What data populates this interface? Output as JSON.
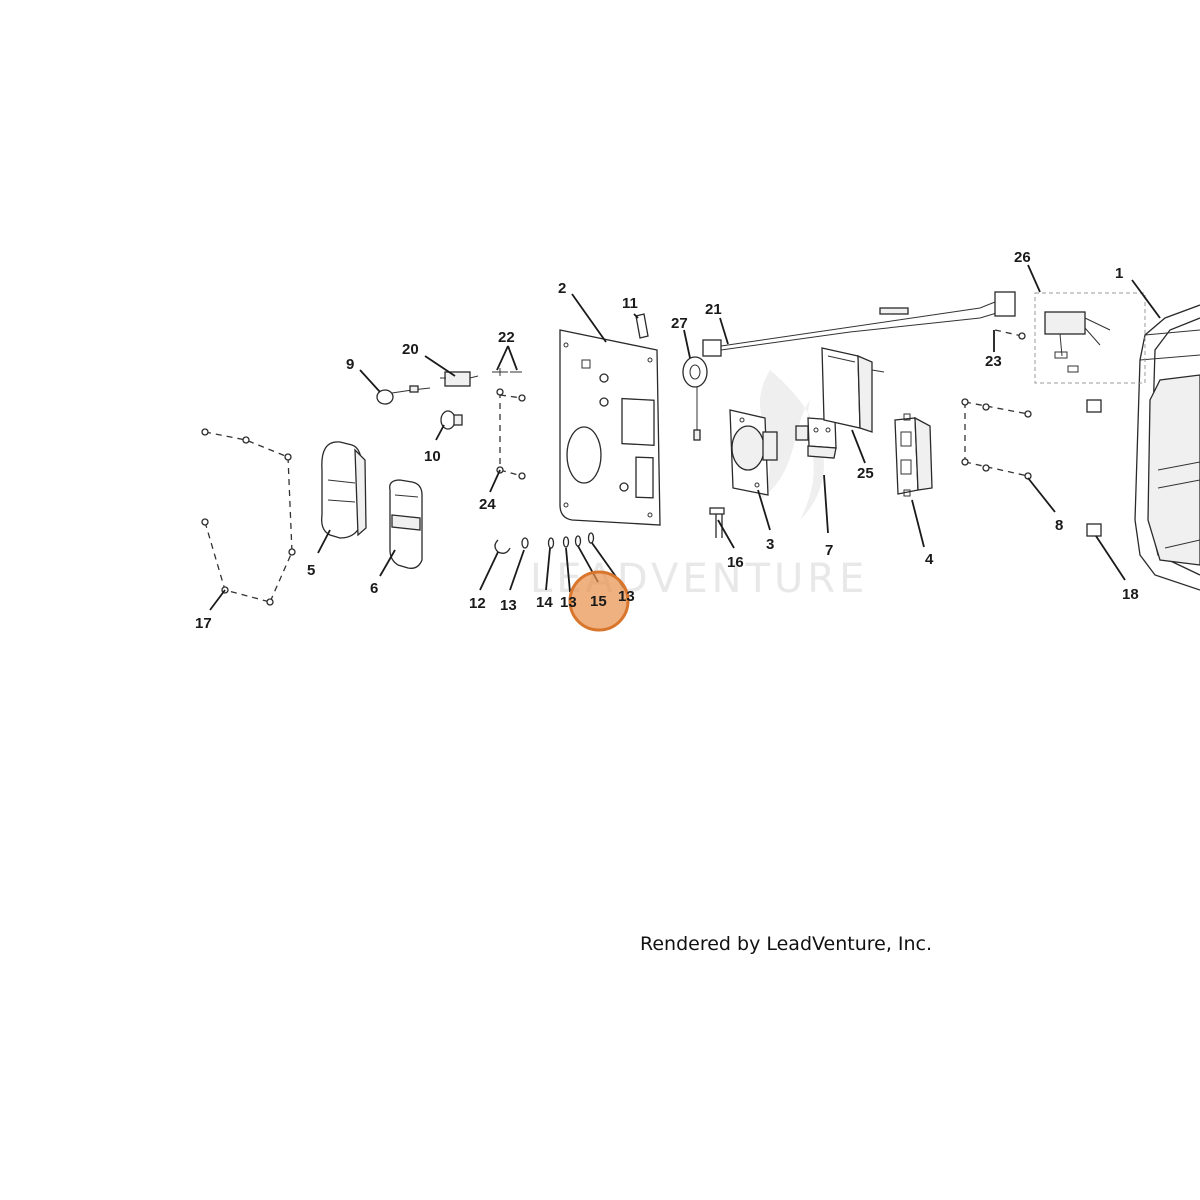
{
  "diagram": {
    "watermark": "LEADVENTURE",
    "credit": "Rendered by LeadVenture, Inc.",
    "highlight_color": "#e8904a",
    "highlighted_callout": "15",
    "callouts": [
      "1",
      "2",
      "3",
      "4",
      "5",
      "6",
      "7",
      "8",
      "9",
      "10",
      "11",
      "12",
      "13",
      "13",
      "13",
      "14",
      "15",
      "16",
      "17",
      "18",
      "20",
      "21",
      "22",
      "23",
      "24",
      "25",
      "26",
      "27"
    ]
  }
}
